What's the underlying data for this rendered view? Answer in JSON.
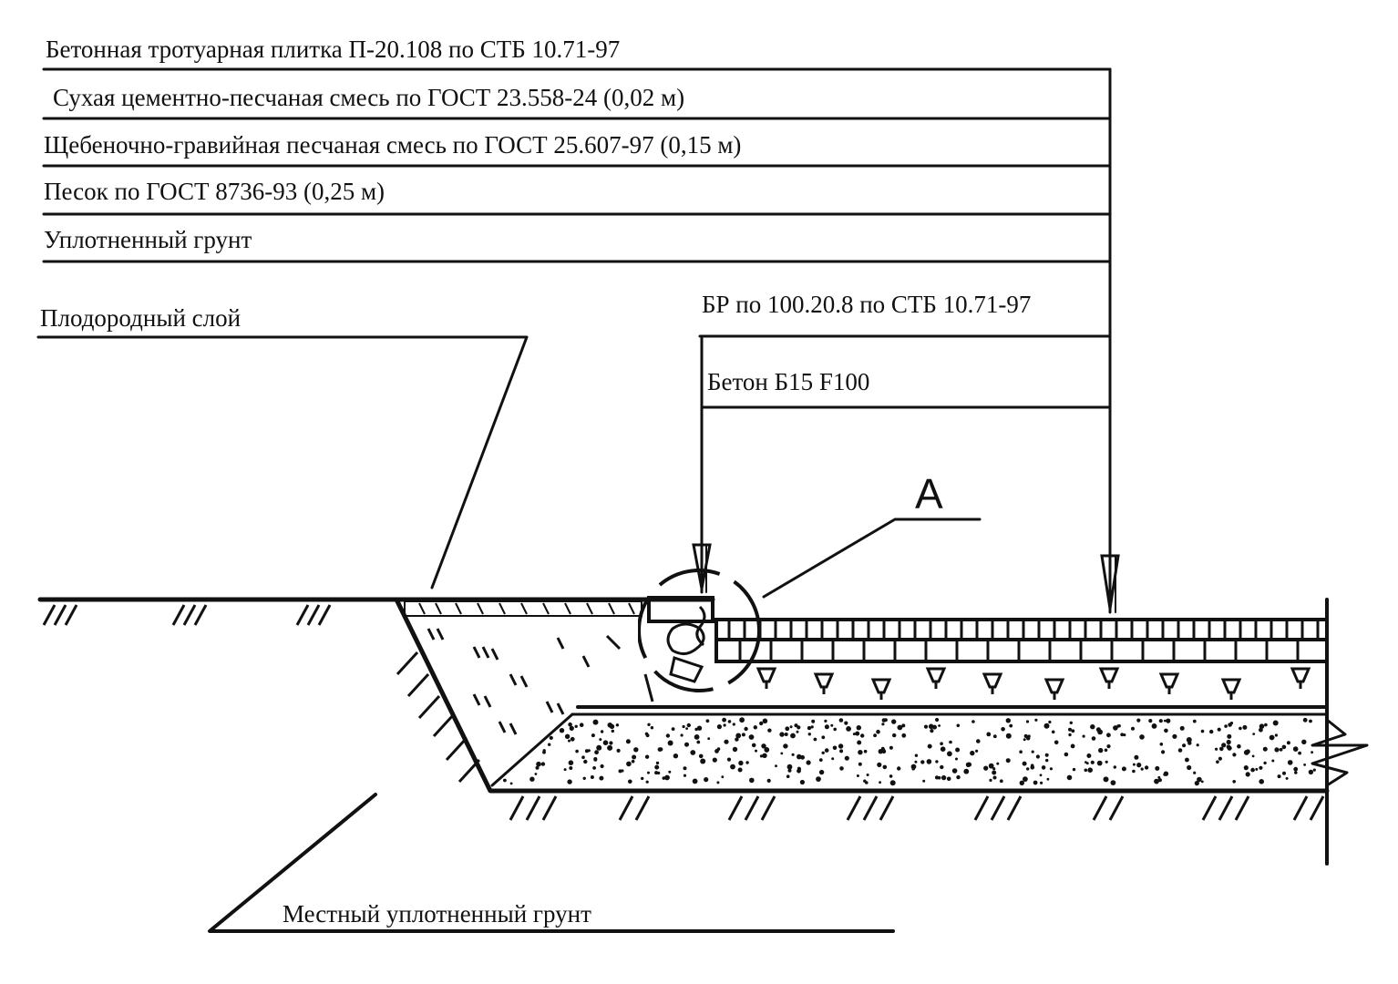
{
  "labels": {
    "paving_tile": "Бетонная тротуарная плитка П-20.108 по СТБ 10.71-97",
    "dry_mix": "Сухая цементно-песчаная смесь по ГОСТ 23.558-24 (0,02 м)",
    "gravel_mix": "Щебеночно-гравийная песчаная смесь по ГОСТ 25.607-97 (0,15 м)",
    "sand": "Песок по ГОСТ 8736-93 (0,25 м)",
    "compacted_soil": "Уплотненный грунт",
    "fertile_layer": "Плодородный слой",
    "curb": "БР по 100.20.8 по СТБ 10.71-97",
    "concrete": "Бетон Б15 F100",
    "detail_marker": "А",
    "local_soil": "Местный уплотненный грунт"
  },
  "colors": {
    "line": "#111111",
    "background": "#ffffff"
  }
}
